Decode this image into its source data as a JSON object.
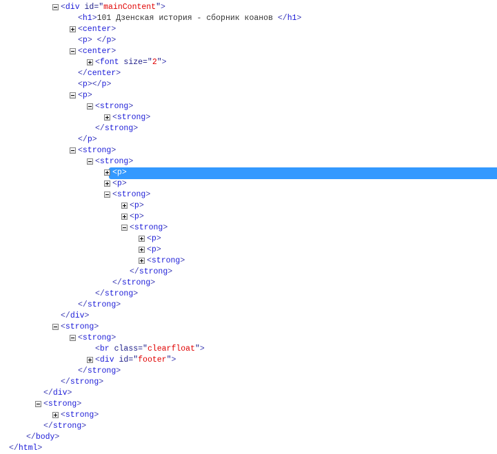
{
  "colors": {
    "selection": "#3399ff",
    "attr_value": "#e00000",
    "tag": "#1a1ad8"
  },
  "rows": [
    {
      "level": 2,
      "toggle": "minus",
      "kind": "open",
      "tag": "div",
      "attrs": [
        {
          "name": "id",
          "value": "mainContent"
        }
      ]
    },
    {
      "level": 3,
      "toggle": null,
      "kind": "leaf",
      "tag": "h1",
      "text": "101 Дзенская история - сборник коанов "
    },
    {
      "level": 3,
      "toggle": "plus",
      "kind": "open",
      "tag": "center"
    },
    {
      "level": 3,
      "toggle": null,
      "kind": "leaf",
      "tag": "p",
      "text": " "
    },
    {
      "level": 3,
      "toggle": "minus",
      "kind": "open",
      "tag": "center"
    },
    {
      "level": 4,
      "toggle": "plus",
      "kind": "open",
      "tag": "font",
      "attrs": [
        {
          "name": "size",
          "value": "2"
        }
      ]
    },
    {
      "level": 3,
      "toggle": null,
      "kind": "close",
      "tag": "center"
    },
    {
      "level": 3,
      "toggle": null,
      "kind": "leaf",
      "tag": "p",
      "text": ""
    },
    {
      "level": 3,
      "toggle": "minus",
      "kind": "open",
      "tag": "p"
    },
    {
      "level": 4,
      "toggle": "minus",
      "kind": "open",
      "tag": "strong"
    },
    {
      "level": 5,
      "toggle": "plus",
      "kind": "open",
      "tag": "strong"
    },
    {
      "level": 4,
      "toggle": null,
      "kind": "close",
      "tag": "strong"
    },
    {
      "level": 3,
      "toggle": null,
      "kind": "close",
      "tag": "p"
    },
    {
      "level": 3,
      "toggle": "minus",
      "kind": "open",
      "tag": "strong"
    },
    {
      "level": 4,
      "toggle": "minus",
      "kind": "open",
      "tag": "strong"
    },
    {
      "level": 5,
      "toggle": "plus",
      "kind": "open",
      "tag": "p",
      "selected": true
    },
    {
      "level": 5,
      "toggle": "plus",
      "kind": "open",
      "tag": "p"
    },
    {
      "level": 5,
      "toggle": "minus",
      "kind": "open",
      "tag": "strong"
    },
    {
      "level": 6,
      "toggle": "plus",
      "kind": "open",
      "tag": "p"
    },
    {
      "level": 6,
      "toggle": "plus",
      "kind": "open",
      "tag": "p"
    },
    {
      "level": 6,
      "toggle": "minus",
      "kind": "open",
      "tag": "strong"
    },
    {
      "level": 7,
      "toggle": "plus",
      "kind": "open",
      "tag": "p"
    },
    {
      "level": 7,
      "toggle": "plus",
      "kind": "open",
      "tag": "p"
    },
    {
      "level": 7,
      "toggle": "plus",
      "kind": "open",
      "tag": "strong"
    },
    {
      "level": 6,
      "toggle": null,
      "kind": "close",
      "tag": "strong"
    },
    {
      "level": 5,
      "toggle": null,
      "kind": "close",
      "tag": "strong"
    },
    {
      "level": 4,
      "toggle": null,
      "kind": "close",
      "tag": "strong"
    },
    {
      "level": 3,
      "toggle": null,
      "kind": "close",
      "tag": "strong"
    },
    {
      "level": 2,
      "toggle": null,
      "kind": "close",
      "tag": "div"
    },
    {
      "level": 2,
      "toggle": "minus",
      "kind": "open",
      "tag": "strong"
    },
    {
      "level": 3,
      "toggle": "minus",
      "kind": "open",
      "tag": "strong"
    },
    {
      "level": 4,
      "toggle": null,
      "kind": "open",
      "tag": "br",
      "attrs": [
        {
          "name": "class",
          "value": "clearfloat"
        }
      ]
    },
    {
      "level": 4,
      "toggle": "plus",
      "kind": "open",
      "tag": "div",
      "attrs": [
        {
          "name": "id",
          "value": "footer"
        }
      ]
    },
    {
      "level": 3,
      "toggle": null,
      "kind": "close",
      "tag": "strong"
    },
    {
      "level": 2,
      "toggle": null,
      "kind": "close",
      "tag": "strong"
    },
    {
      "level": 1,
      "toggle": null,
      "kind": "close",
      "tag": "div"
    },
    {
      "level": 1,
      "toggle": "minus",
      "kind": "open",
      "tag": "strong"
    },
    {
      "level": 2,
      "toggle": "plus",
      "kind": "open",
      "tag": "strong"
    },
    {
      "level": 1,
      "toggle": null,
      "kind": "close",
      "tag": "strong"
    },
    {
      "level": 0,
      "toggle": null,
      "kind": "close",
      "tag": "body"
    },
    {
      "level": -1,
      "toggle": null,
      "kind": "close",
      "tag": "html"
    }
  ]
}
